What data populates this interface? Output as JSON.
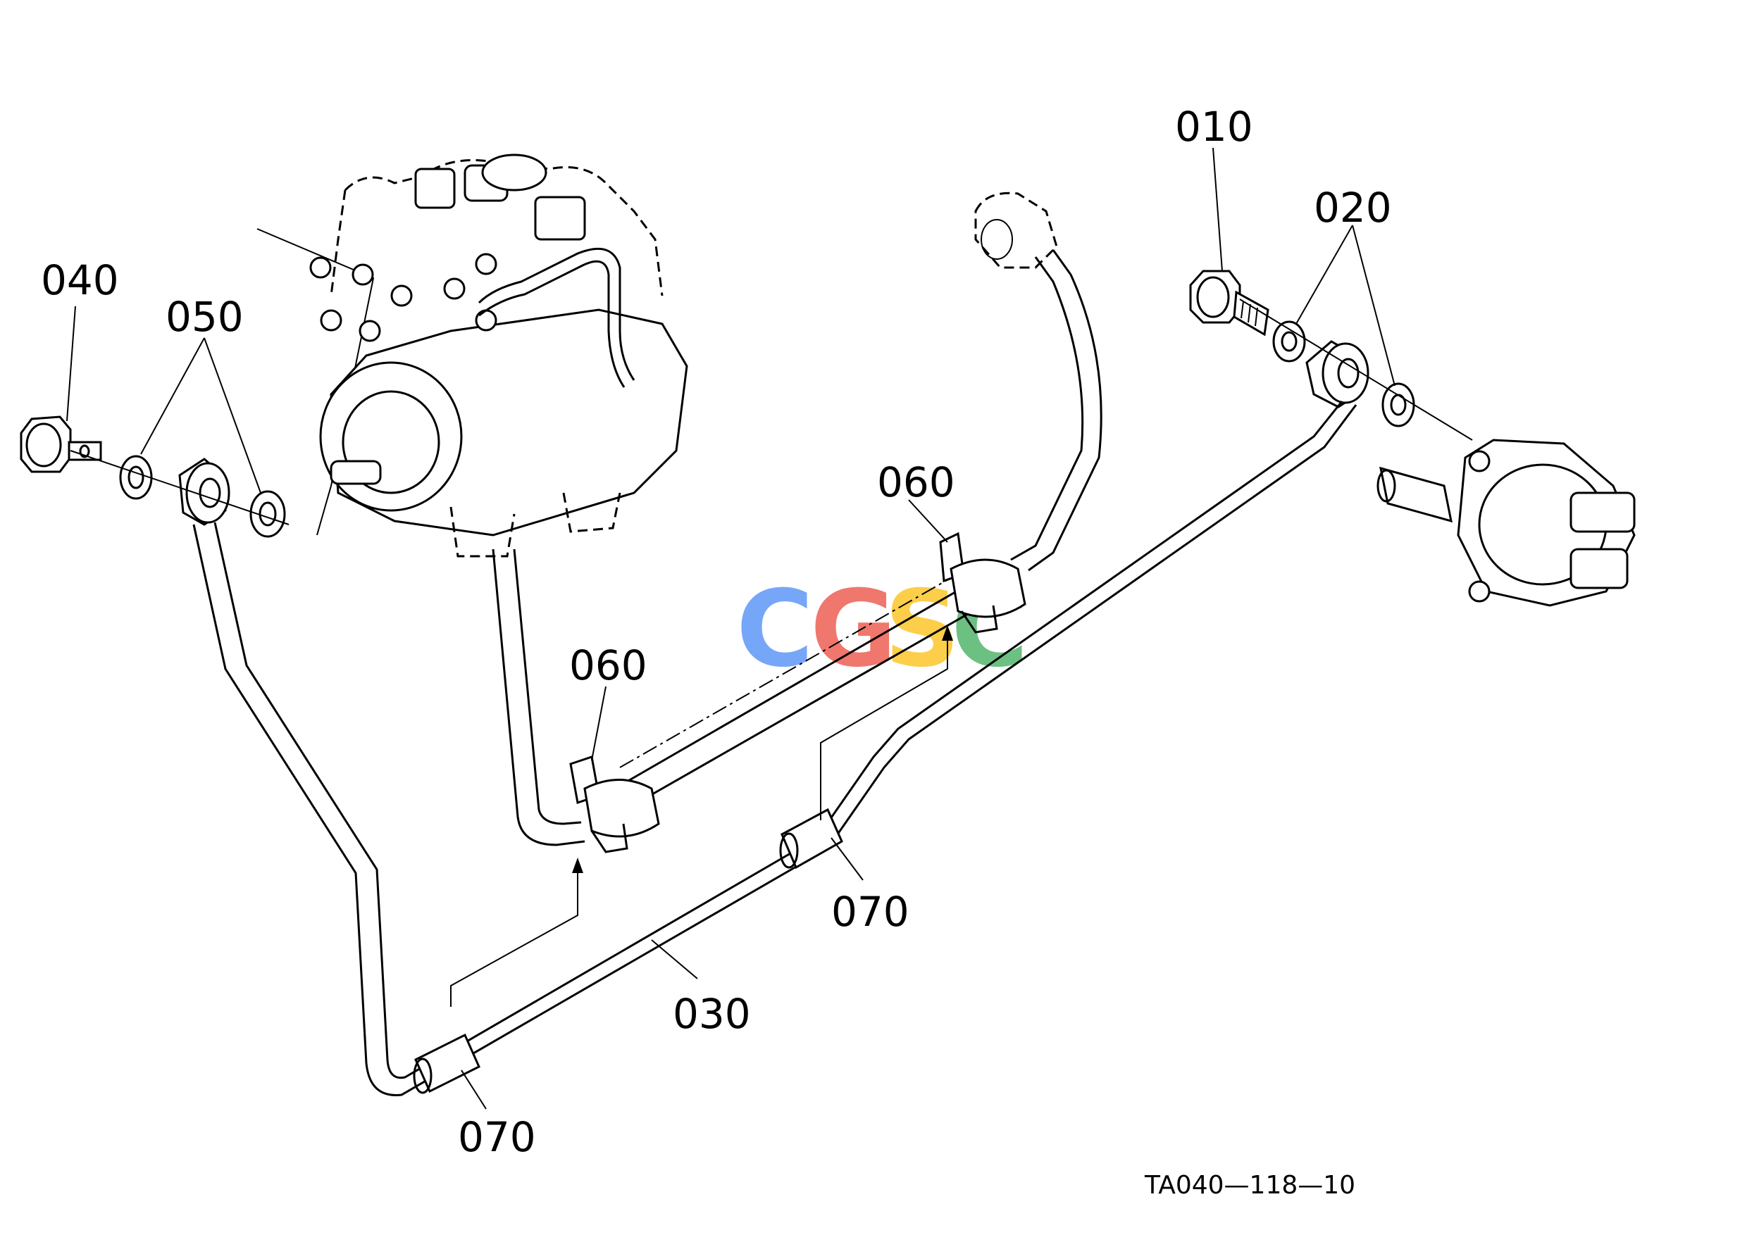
{
  "labels": {
    "p010": "010",
    "p020": "020",
    "p030": "030",
    "p040": "040",
    "p050": "050",
    "p060a": "060",
    "p060b": "060",
    "p070a": "070",
    "p070b": "070"
  },
  "drawing_code": "TA040—118—10",
  "watermark": {
    "letters": [
      "C",
      "G",
      "S",
      "C"
    ],
    "colors": [
      "#4285F4",
      "#EA4335",
      "#FBBC05",
      "#34A853"
    ]
  }
}
